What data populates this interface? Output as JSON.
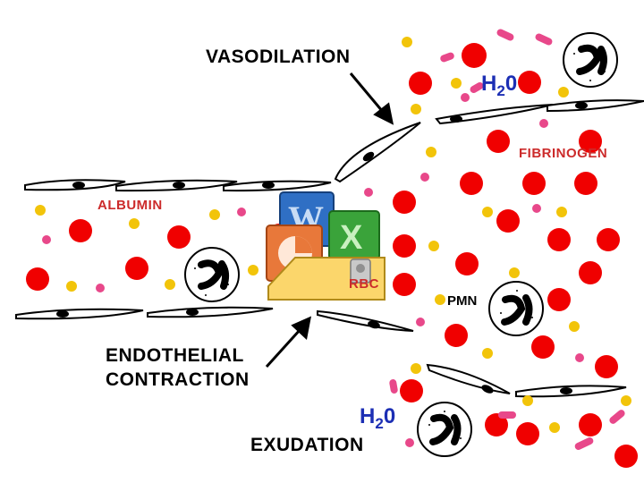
{
  "labels": {
    "vasodilation": "VASODILATION",
    "h2o_top": "H",
    "h2o_top_sub": "2",
    "h2o_top_o": "0",
    "fibrinogen": "FIBRINOGEN",
    "albumin": "ALBUMIN",
    "rbc": "RBC",
    "pmn": "PMN",
    "endothelial_line1": "ENDOTHELIAL",
    "endothelial_line2": "CONTRACTION",
    "h2o_bottom": "H",
    "h2o_bottom_sub": "2",
    "h2o_bottom_o": "0",
    "exudation": "EXUDATION"
  },
  "colors": {
    "rbc": "#f00000",
    "albumin": "#f2c40a",
    "fibrinogen": "#e8488a",
    "outline": "#000000",
    "h2o": "#1c2fb4",
    "label_red": "#cc2b2b"
  },
  "icons": [
    "office-suite-icon"
  ]
}
